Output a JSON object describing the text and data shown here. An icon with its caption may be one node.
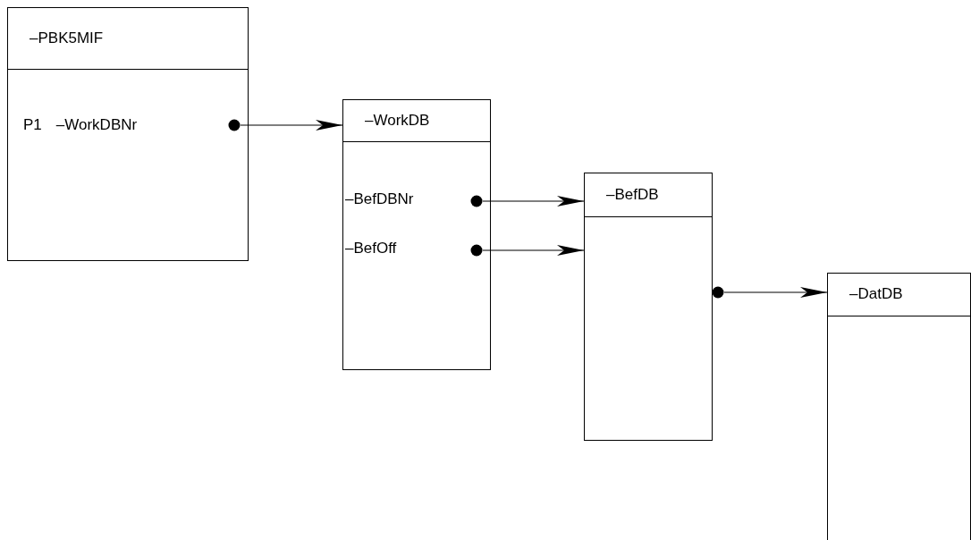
{
  "diagram": {
    "nodes": [
      {
        "text": [
          "–PBK5MIF"
        ]
      },
      {
        "text": [
          "P1",
          "–WorkDBNr"
        ],
        "in": 0
      },
      {
        "text": [],
        "shape": "circle",
        "in": 0
      },
      {
        "text": [
          "–WorkDB"
        ]
      },
      {
        "text": [
          "–BefDBNr"
        ],
        "in": 3
      },
      {
        "text": [],
        "shape": "circle",
        "in": 3
      },
      {
        "text": [
          "–BefOff"
        ],
        "in": 3
      },
      {
        "text": [],
        "shape": "circle",
        "in": 3
      },
      {
        "text": [
          "–BefDB"
        ]
      },
      {
        "text": [],
        "shape": "circle"
      },
      {
        "text": [
          "–DatDB"
        ]
      }
    ],
    "edges": [
      {
        "from": 2,
        "to": 3,
        "arrow": "to"
      },
      {
        "from": 5,
        "to": 8,
        "arrow": "to"
      },
      {
        "from": 7,
        "to": 8,
        "arrow": "to"
      },
      {
        "from": 9,
        "to": 10,
        "arrow": "to"
      }
    ]
  }
}
